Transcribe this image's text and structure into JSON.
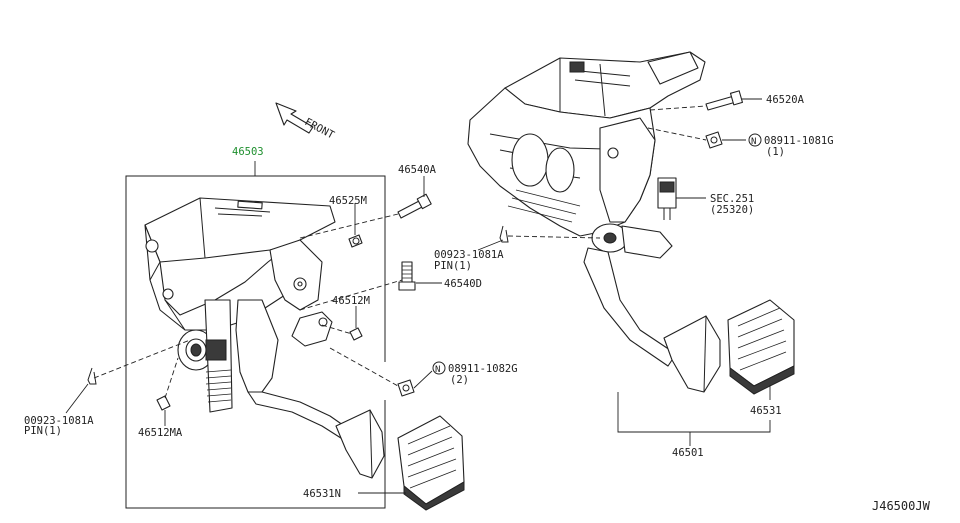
{
  "diagram": {
    "front_label": "FRONT",
    "figure_code": "J46500JW",
    "labels": {
      "p46503": "46503",
      "p46540A": "46540A",
      "p46525M": "46525M",
      "p46540D": "46540D",
      "p46512M": "46512M",
      "p08911_1082G": "08911-1082G",
      "p08911_1082G_qty": "(2)",
      "p00923_left": "00923-1081A",
      "pin_left": "PIN(1)",
      "p46512MA": "46512MA",
      "p46531N": "46531N",
      "p46520A": "46520A",
      "p08911_1081G": "08911-1081G",
      "p08911_1081G_qty": "(1)",
      "sec251": "SEC.251",
      "sec251_sub": "(25320)",
      "p00923_right": "00923-1081A",
      "pin_right": "PIN(1)",
      "p46531": "46531",
      "p46501": "46501",
      "circle_n": "N"
    },
    "colors": {
      "highlight_label": "#1e8f2e",
      "line": "#222222"
    }
  }
}
